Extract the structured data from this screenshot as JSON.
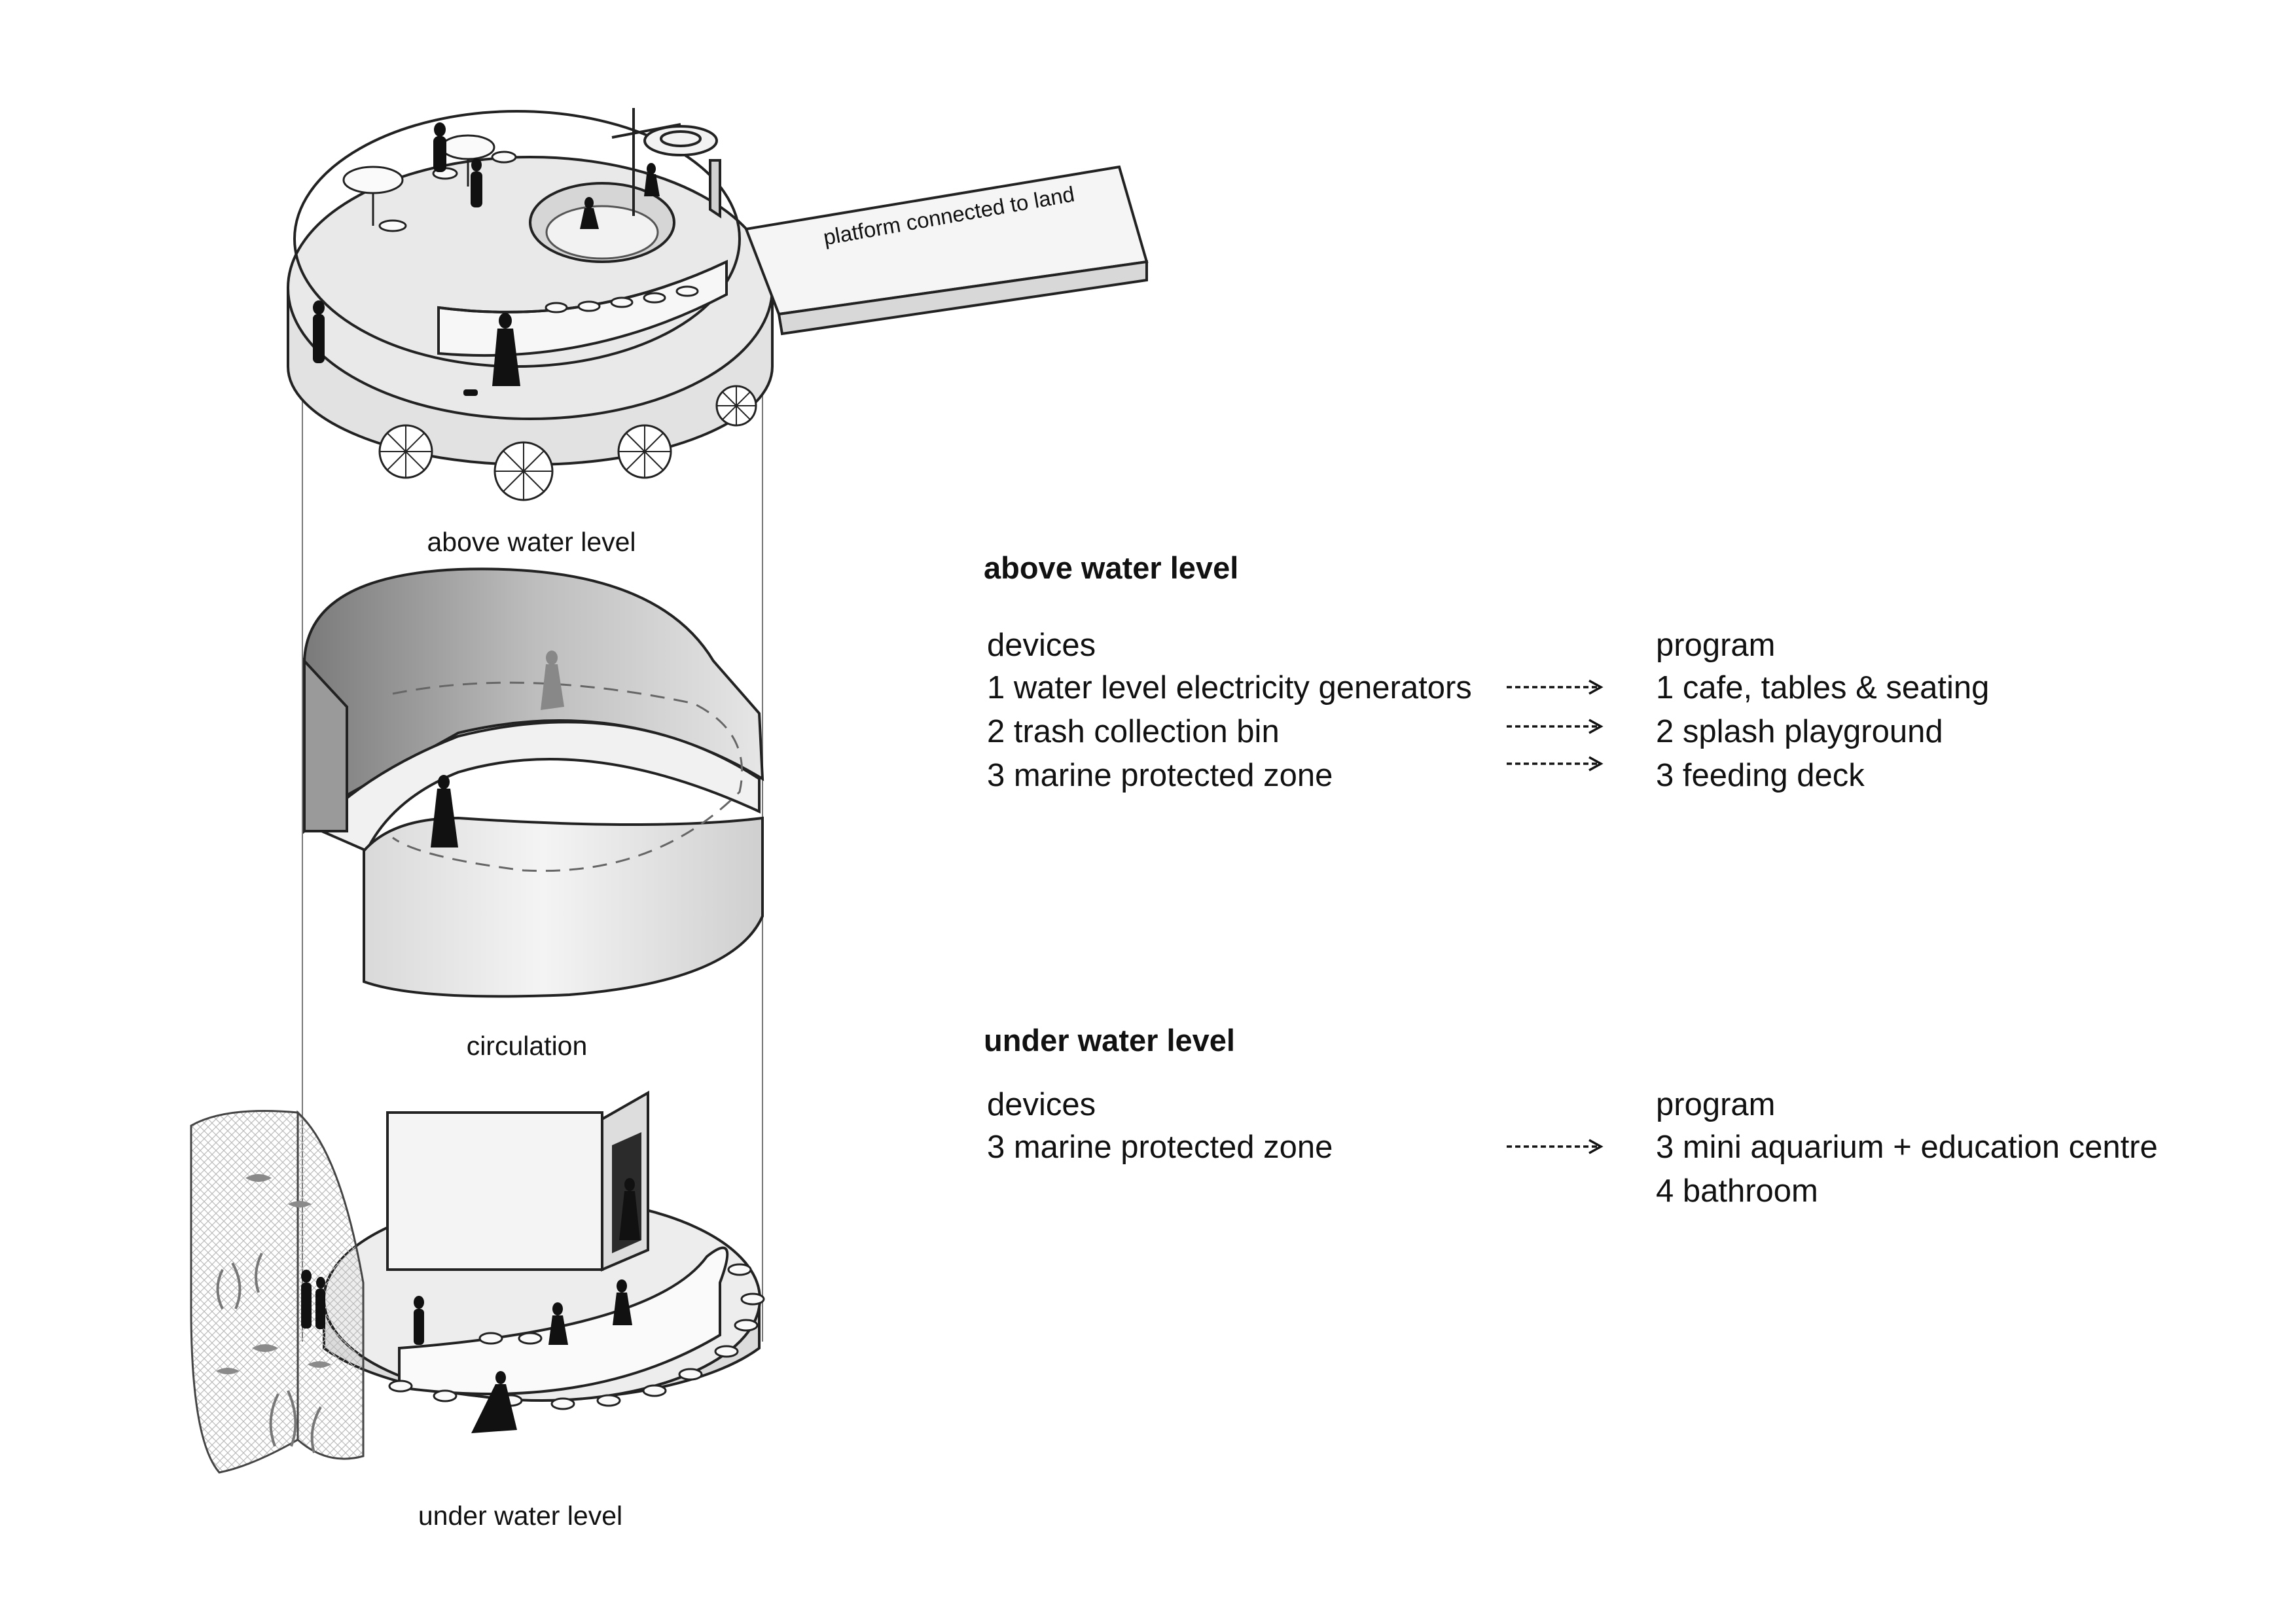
{
  "figure": {
    "platform_label": "platform connected to land",
    "captions": {
      "top": "above water level",
      "middle": "circulation",
      "bottom": "under water level"
    }
  },
  "above": {
    "heading": "above water level",
    "devices_label": "devices",
    "program_label": "program",
    "devices": [
      "1 water level electricity generators",
      "2  trash collection bin",
      "3  marine protected zone"
    ],
    "program": [
      "1 cafe, tables & seating",
      "2  splash playground",
      "3  feeding deck"
    ]
  },
  "under": {
    "heading": "under water level",
    "devices_label": "devices",
    "program_label": "program",
    "devices": [
      "3  marine protected zone"
    ],
    "program": [
      "3  mini aquarium + education centre",
      "4  bathroom"
    ]
  }
}
